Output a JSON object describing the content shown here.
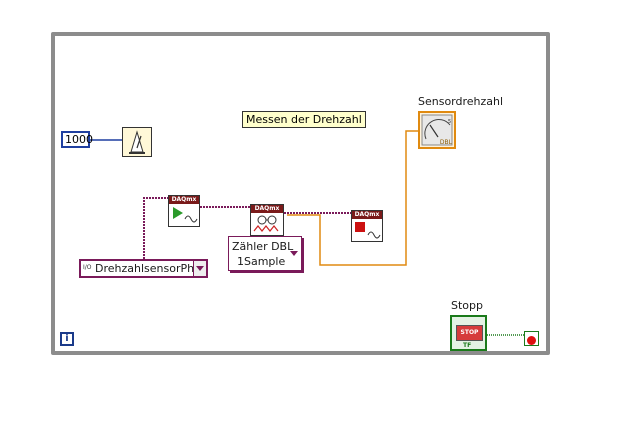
{
  "diagram": {
    "wait_constant": "1000",
    "comment": "Messen der Drehzahl",
    "indicator_label": "Sensordrehzahl",
    "indicator_type": "DBL",
    "channel_constant": "DrehzahlsensorPhil",
    "channel_prefix": "I/O",
    "daqmx_tag": "DAQmx",
    "read_selector": {
      "line1": "Zähler DBL",
      "line2": "1Sample"
    },
    "stop_label": "Stopp",
    "stop_button_text": "STOP",
    "stop_type": "TF",
    "info_symbol": "i"
  },
  "colors": {
    "loop_border": "#8c8c8c",
    "numeric_wire": "#1f3fa0",
    "dbl_wire": "#e08a10",
    "task_wire": "#7a1a5a",
    "bool_wire": "#1a7a1a"
  }
}
